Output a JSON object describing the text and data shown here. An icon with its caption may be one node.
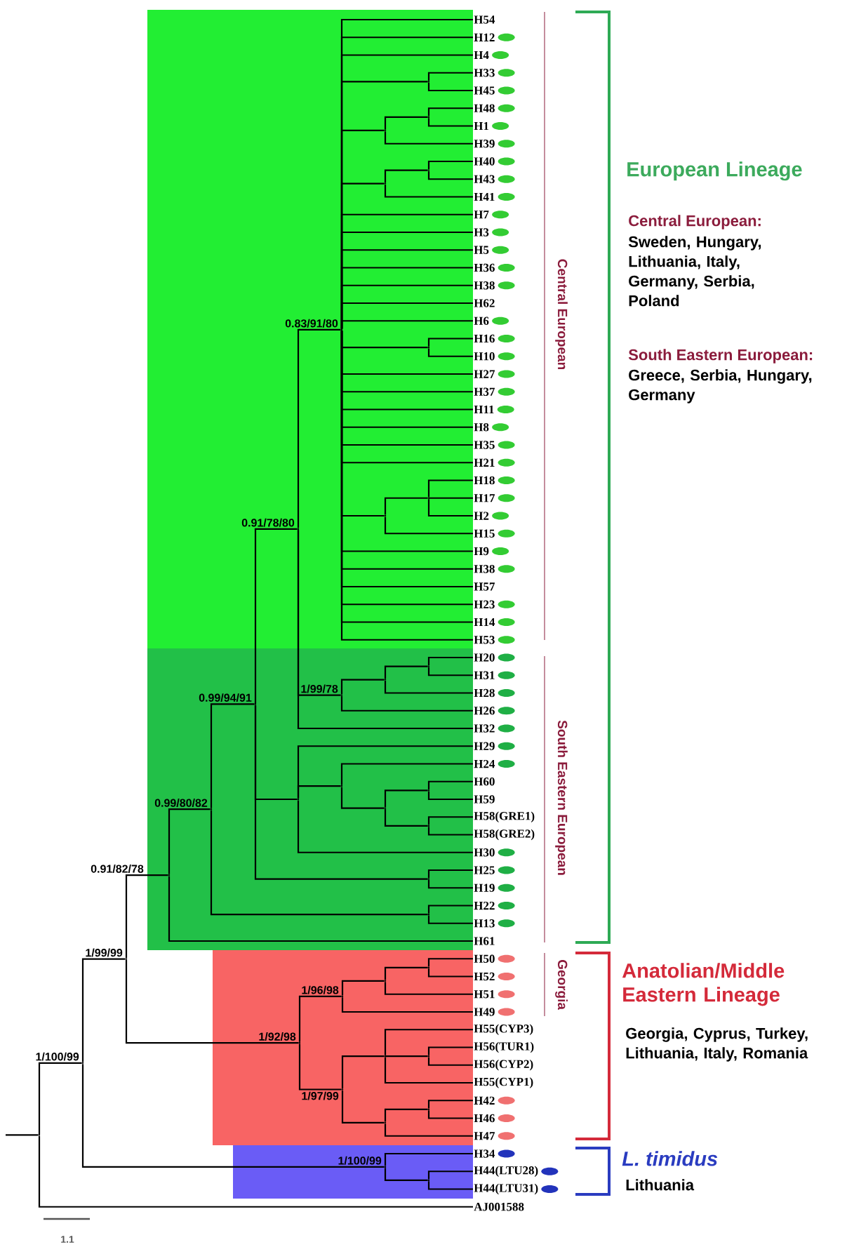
{
  "diagram": {
    "nodes": [
      {
        "text": [
          "H54"
        ]
      },
      {
        "text": [
          "H12"
        ]
      },
      {
        "text": [
          "H4"
        ]
      },
      {
        "text": [
          "H33"
        ]
      },
      {
        "text": [
          "H45"
        ]
      },
      {
        "text": [
          "H48"
        ]
      },
      {
        "text": [
          "H1"
        ]
      },
      {
        "text": [
          "H39"
        ]
      },
      {
        "text": [
          "H40"
        ]
      },
      {
        "text": [
          "H43"
        ]
      },
      {
        "text": [
          "H41"
        ]
      },
      {
        "text": [
          "H7"
        ]
      },
      {
        "text": [
          "H3"
        ]
      },
      {
        "text": [
          "H5"
        ]
      },
      {
        "text": [
          "H36"
        ]
      },
      {
        "text": [
          "H38"
        ]
      },
      {
        "text": [
          "H62"
        ]
      },
      {
        "text": [
          "H6"
        ]
      },
      {
        "text": [
          "H16"
        ]
      },
      {
        "text": [
          "H10"
        ]
      },
      {
        "text": [
          "H27"
        ]
      },
      {
        "text": [
          "H37"
        ]
      },
      {
        "text": [
          "H11"
        ]
      },
      {
        "text": [
          "H8"
        ]
      },
      {
        "text": [
          "H35"
        ]
      },
      {
        "text": [
          "H21"
        ]
      },
      {
        "text": [
          "H18"
        ]
      },
      {
        "text": [
          "H17"
        ]
      },
      {
        "text": [
          "H2"
        ]
      },
      {
        "text": [
          "H15"
        ]
      },
      {
        "text": [
          "H9"
        ]
      },
      {
        "text": [
          "H38"
        ]
      },
      {
        "text": [
          "H57"
        ]
      },
      {
        "text": [
          "H23"
        ]
      },
      {
        "text": [
          "H14"
        ]
      },
      {
        "text": [
          "H53"
        ]
      },
      {
        "text": [
          "H20"
        ]
      },
      {
        "text": [
          "H31"
        ]
      },
      {
        "text": [
          "H28"
        ]
      },
      {
        "text": [
          "H26"
        ]
      },
      {
        "text": [
          "H32"
        ]
      },
      {
        "text": [
          "H29"
        ]
      },
      {
        "text": [
          "H24"
        ]
      },
      {
        "text": [
          "H60"
        ]
      },
      {
        "text": [
          "H59"
        ]
      },
      {
        "text": [
          "H58(GRE1)"
        ]
      },
      {
        "text": [
          "H58(GRE2)"
        ]
      },
      {
        "text": [
          "H30"
        ]
      },
      {
        "text": [
          "H25"
        ]
      },
      {
        "text": [
          "H19"
        ]
      },
      {
        "text": [
          "H22"
        ]
      },
      {
        "text": [
          "H13"
        ]
      },
      {
        "text": [
          "H61"
        ]
      },
      {
        "text": [
          "H50"
        ]
      },
      {
        "text": [
          "H52"
        ]
      },
      {
        "text": [
          "H51"
        ]
      },
      {
        "text": [
          "H49"
        ]
      },
      {
        "text": [
          "H55(CYP3)"
        ]
      },
      {
        "text": [
          "H56(TUR1)"
        ]
      },
      {
        "text": [
          "H56(CYP2)"
        ]
      },
      {
        "text": [
          "H55(CYP1)"
        ]
      },
      {
        "text": [
          "H42"
        ]
      },
      {
        "text": [
          "H46"
        ]
      },
      {
        "text": [
          "H47"
        ]
      },
      {
        "text": [
          "H34"
        ]
      },
      {
        "text": [
          "H44(LTU28)"
        ]
      },
      {
        "text": [
          "H44(LTU31)"
        ]
      },
      {
        "text": [
          "AJ001588"
        ]
      },
      {
        "text": [],
        "shape": "point"
      },
      {
        "text": [],
        "shape": "point",
        "beside": [
          "1/100/99"
        ]
      },
      {
        "text": [],
        "shape": "point",
        "beside": [
          "1/99/99"
        ]
      },
      {
        "text": [],
        "shape": "point",
        "beside": [
          "0.91/82/78"
        ]
      },
      {
        "text": [],
        "shape": "point",
        "beside": [
          "0.99/80/82"
        ]
      },
      {
        "text": [],
        "shape": "point",
        "beside": [
          "0.99/94/91"
        ]
      },
      {
        "text": [],
        "shape": "point",
        "beside": [
          "0.91/78/80"
        ]
      },
      {
        "text": [],
        "shape": "point",
        "beside": [
          "0.83/91/80"
        ]
      },
      {
        "text": [],
        "shape": "point"
      },
      {
        "text": [],
        "shape": "point"
      },
      {
        "text": [],
        "shape": "point"
      },
      {
        "text": [],
        "shape": "point"
      },
      {
        "text": [],
        "shape": "point"
      },
      {
        "text": [],
        "shape": "point"
      },
      {
        "text": [],
        "shape": "point"
      },
      {
        "text": [],
        "shape": "point"
      },
      {
        "text": [],
        "shape": "point",
        "beside": [
          "1/99/78"
        ]
      },
      {
        "text": [],
        "shape": "point"
      },
      {
        "text": [],
        "shape": "point"
      },
      {
        "text": [],
        "shape": "point"
      },
      {
        "text": [],
        "shape": "point"
      },
      {
        "text": [],
        "shape": "point"
      },
      {
        "text": [],
        "shape": "point"
      },
      {
        "text": [],
        "shape": "point"
      },
      {
        "text": [],
        "shape": "point"
      },
      {
        "text": [],
        "shape": "point"
      },
      {
        "text": [],
        "shape": "point",
        "beside": [
          "1/92/98"
        ]
      },
      {
        "text": [],
        "shape": "point",
        "beside": [
          "1/96/98"
        ]
      },
      {
        "text": [],
        "shape": "point"
      },
      {
        "text": [],
        "shape": "point"
      },
      {
        "text": [],
        "shape": "point",
        "beside": [
          "1/97/99"
        ]
      },
      {
        "text": [],
        "shape": "point"
      },
      {
        "text": [],
        "shape": "point"
      },
      {
        "text": [],
        "shape": "point"
      },
      {
        "text": [],
        "shape": "point"
      },
      {
        "text": [],
        "shape": "point",
        "beside": [
          "1/100/99"
        ]
      },
      {
        "text": [],
        "shape": "point"
      }
    ],
    "edges": [
      {
        "from": null,
        "to": 68,
        "arrow": "none"
      },
      {
        "from": 68,
        "to": 69,
        "arrow": "none"
      },
      {
        "from": 68,
        "to": 67,
        "arrow": "none"
      },
      {
        "from": 69,
        "to": 70,
        "arrow": "none"
      },
      {
        "from": 69,
        "to": 103,
        "arrow": "none"
      },
      {
        "from": 70,
        "to": 71,
        "arrow": "none"
      },
      {
        "from": 70,
        "to": 94,
        "arrow": "none"
      },
      {
        "from": 71,
        "to": 72,
        "arrow": "none"
      },
      {
        "from": 71,
        "to": 52,
        "arrow": "none"
      },
      {
        "from": 72,
        "to": 73,
        "arrow": "none"
      },
      {
        "from": 72,
        "to": 93,
        "arrow": "none"
      },
      {
        "from": 73,
        "to": 74,
        "arrow": "none"
      },
      {
        "from": 73,
        "to": 87,
        "arrow": "none"
      },
      {
        "from": 73,
        "to": 92,
        "arrow": "none"
      },
      {
        "from": 74,
        "to": 75,
        "arrow": "none"
      },
      {
        "from": 74,
        "to": 84,
        "arrow": "none"
      },
      {
        "from": 74,
        "to": 40,
        "arrow": "none"
      },
      {
        "from": 75,
        "to": 0,
        "arrow": "none"
      },
      {
        "from": 75,
        "to": 1,
        "arrow": "none"
      },
      {
        "from": 75,
        "to": 2,
        "arrow": "none"
      },
      {
        "from": 75,
        "to": 76,
        "arrow": "none"
      },
      {
        "from": 75,
        "to": 77,
        "arrow": "none"
      },
      {
        "from": 75,
        "to": 79,
        "arrow": "none"
      },
      {
        "from": 75,
        "to": 11,
        "arrow": "none"
      },
      {
        "from": 75,
        "to": 12,
        "arrow": "none"
      },
      {
        "from": 75,
        "to": 13,
        "arrow": "none"
      },
      {
        "from": 75,
        "to": 14,
        "arrow": "none"
      },
      {
        "from": 75,
        "to": 15,
        "arrow": "none"
      },
      {
        "from": 75,
        "to": 16,
        "arrow": "none"
      },
      {
        "from": 75,
        "to": 17,
        "arrow": "none"
      },
      {
        "from": 75,
        "to": 81,
        "arrow": "none"
      },
      {
        "from": 75,
        "to": 20,
        "arrow": "none"
      },
      {
        "from": 75,
        "to": 21,
        "arrow": "none"
      },
      {
        "from": 75,
        "to": 22,
        "arrow": "none"
      },
      {
        "from": 75,
        "to": 23,
        "arrow": "none"
      },
      {
        "from": 75,
        "to": 24,
        "arrow": "none"
      },
      {
        "from": 75,
        "to": 25,
        "arrow": "none"
      },
      {
        "from": 75,
        "to": 82,
        "arrow": "none"
      },
      {
        "from": 75,
        "to": 30,
        "arrow": "none"
      },
      {
        "from": 75,
        "to": 31,
        "arrow": "none"
      },
      {
        "from": 75,
        "to": 32,
        "arrow": "none"
      },
      {
        "from": 75,
        "to": 33,
        "arrow": "none"
      },
      {
        "from": 75,
        "to": 34,
        "arrow": "none"
      },
      {
        "from": 75,
        "to": 35,
        "arrow": "none"
      },
      {
        "from": 76,
        "to": 3,
        "arrow": "none"
      },
      {
        "from": 76,
        "to": 4,
        "arrow": "none"
      },
      {
        "from": 77,
        "to": 78,
        "arrow": "none"
      },
      {
        "from": 77,
        "to": 7,
        "arrow": "none"
      },
      {
        "from": 78,
        "to": 5,
        "arrow": "none"
      },
      {
        "from": 78,
        "to": 6,
        "arrow": "none"
      },
      {
        "from": 79,
        "to": 80,
        "arrow": "none"
      },
      {
        "from": 79,
        "to": 10,
        "arrow": "none"
      },
      {
        "from": 80,
        "to": 8,
        "arrow": "none"
      },
      {
        "from": 80,
        "to": 9,
        "arrow": "none"
      },
      {
        "from": 81,
        "to": 18,
        "arrow": "none"
      },
      {
        "from": 81,
        "to": 19,
        "arrow": "none"
      },
      {
        "from": 82,
        "to": 83,
        "arrow": "none"
      },
      {
        "from": 82,
        "to": 29,
        "arrow": "none"
      },
      {
        "from": 83,
        "to": 26,
        "arrow": "none"
      },
      {
        "from": 83,
        "to": 27,
        "arrow": "none"
      },
      {
        "from": 83,
        "to": 28,
        "arrow": "none"
      },
      {
        "from": 84,
        "to": 85,
        "arrow": "none"
      },
      {
        "from": 84,
        "to": 39,
        "arrow": "none"
      },
      {
        "from": 85,
        "to": 86,
        "arrow": "none"
      },
      {
        "from": 85,
        "to": 38,
        "arrow": "none"
      },
      {
        "from": 86,
        "to": 36,
        "arrow": "none"
      },
      {
        "from": 86,
        "to": 37,
        "arrow": "none"
      },
      {
        "from": 87,
        "to": 41,
        "arrow": "none"
      },
      {
        "from": 87,
        "to": 88,
        "arrow": "none"
      },
      {
        "from": 87,
        "to": 47,
        "arrow": "none"
      },
      {
        "from": 88,
        "to": 42,
        "arrow": "none"
      },
      {
        "from": 88,
        "to": 89,
        "arrow": "none"
      },
      {
        "from": 89,
        "to": 90,
        "arrow": "none"
      },
      {
        "from": 89,
        "to": 91,
        "arrow": "none"
      },
      {
        "from": 90,
        "to": 43,
        "arrow": "none"
      },
      {
        "from": 90,
        "to": 44,
        "arrow": "none"
      },
      {
        "from": 91,
        "to": 45,
        "arrow": "none"
      },
      {
        "from": 91,
        "to": 46,
        "arrow": "none"
      },
      {
        "from": 92,
        "to": 48,
        "arrow": "none"
      },
      {
        "from": 92,
        "to": 49,
        "arrow": "none"
      },
      {
        "from": 93,
        "to": 50,
        "arrow": "none"
      },
      {
        "from": 93,
        "to": 51,
        "arrow": "none"
      },
      {
        "from": 94,
        "to": 95,
        "arrow": "none"
      },
      {
        "from": 94,
        "to": 98,
        "arrow": "none"
      },
      {
        "from": 95,
        "to": 96,
        "arrow": "none"
      },
      {
        "from": 95,
        "to": 56,
        "arrow": "none"
      },
      {
        "from": 96,
        "to": 97,
        "arrow": "none"
      },
      {
        "from": 96,
        "to": 55,
        "arrow": "none"
      },
      {
        "from": 97,
        "to": 53,
        "arrow": "none"
      },
      {
        "from": 97,
        "to": 54,
        "arrow": "none"
      },
      {
        "from": 98,
        "to": 99,
        "arrow": "none"
      },
      {
        "from": 98,
        "to": 101,
        "arrow": "none"
      },
      {
        "from": 99,
        "to": 57,
        "arrow": "none"
      },
      {
        "from": 99,
        "to": 100,
        "arrow": "none"
      },
      {
        "from": 99,
        "to": 60,
        "arrow": "none"
      },
      {
        "from": 100,
        "to": 58,
        "arrow": "none"
      },
      {
        "from": 100,
        "to": 59,
        "arrow": "none"
      },
      {
        "from": 101,
        "to": 102,
        "arrow": "none"
      },
      {
        "from": 101,
        "to": 63,
        "arrow": "none"
      },
      {
        "from": 102,
        "to": 61,
        "arrow": "none"
      },
      {
        "from": 102,
        "to": 62,
        "arrow": "none"
      },
      {
        "from": 103,
        "to": 64,
        "arrow": "none"
      },
      {
        "from": 103,
        "to": 104,
        "arrow": "none"
      },
      {
        "from": 104,
        "to": 65,
        "arrow": "none"
      },
      {
        "from": 104,
        "to": 66,
        "arrow": "none"
      }
    ],
    "labels": [
      "Central European",
      "European Lineage",
      "Central European:",
      "Sweden, Hungary, Lithuania, Italy, Germany, Serbia, Poland",
      "South Eastern European:",
      "Greece, Serbia, Hungary, Germany",
      "South Eastern European",
      "Georgia",
      "Anatolian/Middle Eastern Lineage",
      "Georgia, Cyprus, Turkey, Lithuania, Italy, Romania",
      "L. timidus",
      "Lithuania",
      "1.1"
    ]
  }
}
